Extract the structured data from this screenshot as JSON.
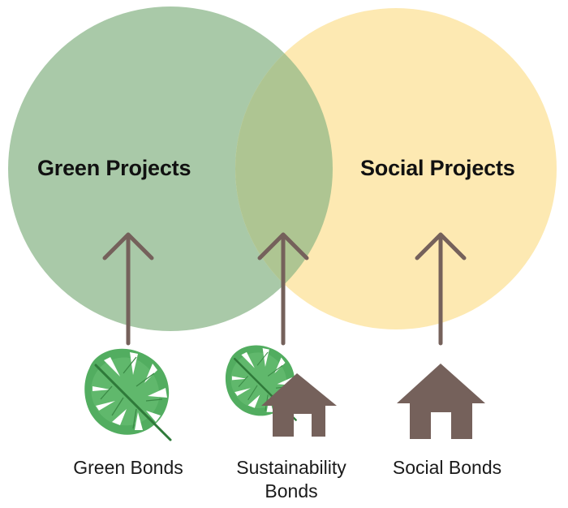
{
  "diagram": {
    "type": "venn",
    "colors": {
      "green_circle": "#a9c9a8",
      "yellow_circle": "#fde9b2",
      "overlap": "#aec592",
      "arrow": "#75615b",
      "house": "#75615b",
      "leaf": "#4caf5c"
    },
    "circles": [
      {
        "id": "green",
        "label": "Green Projects"
      },
      {
        "id": "social",
        "label": "Social Projects"
      }
    ],
    "bonds": [
      {
        "id": "green-bonds",
        "label_line1": "Green Bonds",
        "label_line2": "",
        "icon": "monstera-leaf-icon",
        "points_to": "Green Projects"
      },
      {
        "id": "sustainability-bonds",
        "label_line1": "Sustainability",
        "label_line2": "Bonds",
        "icon": "leaf-and-house-icon",
        "points_to": "Green Projects and Social Projects (overlap)"
      },
      {
        "id": "social-bonds",
        "label_line1": "Social Bonds",
        "label_line2": "",
        "icon": "house-icon",
        "points_to": "Social Projects"
      }
    ]
  }
}
